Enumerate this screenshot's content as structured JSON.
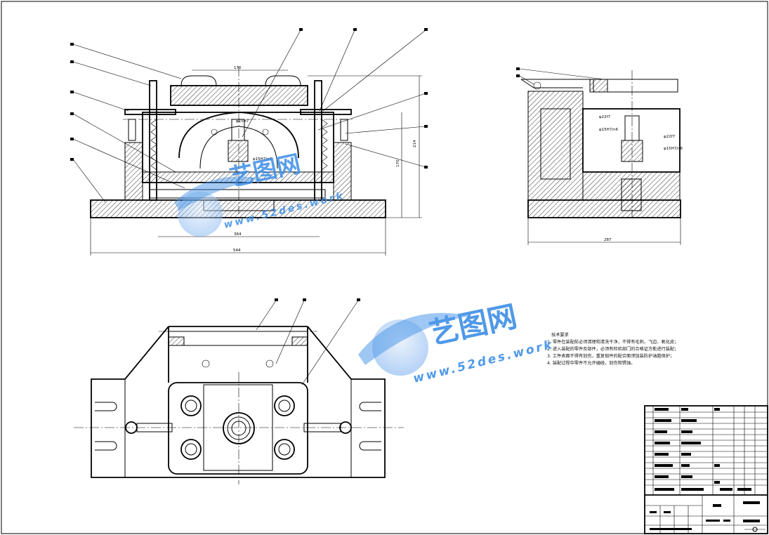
{
  "front_view": {
    "dimensions": {
      "top_width": "170",
      "base_width": "544",
      "inner_width": "364",
      "height_total": "214",
      "height_inner": "170"
    },
    "annotations": {
      "fit1": "φ15H7/n6",
      "fit2": "φ15H7"
    }
  },
  "side_view": {
    "dimensions": {
      "width": "287"
    },
    "annotations": {
      "a1": "φ22f7",
      "a2": "φ15H7/n6",
      "a3": "φ22f7",
      "a4": "φ15H7/n6"
    }
  },
  "notes": {
    "title": "技术要求",
    "lines": [
      "1. 零件在装配前必须清理和清洗干净，不得有毛刺、飞边、氧化皮；",
      "2. 进入装配的零件及部件，必须有检验部门的合格证方能进行装配；",
      "3. 工件表面不得有划伤，重复锻件的配合面须加装防护油脂保护；",
      "4. 装配过程中零件不允许磕碰，划伤和锈蚀。"
    ]
  },
  "watermark": {
    "brand": "艺图网",
    "url": "www.52des.work"
  },
  "colors": {
    "line": "#000000",
    "watermark": "#3d8ee6",
    "background": "#ffffff"
  }
}
